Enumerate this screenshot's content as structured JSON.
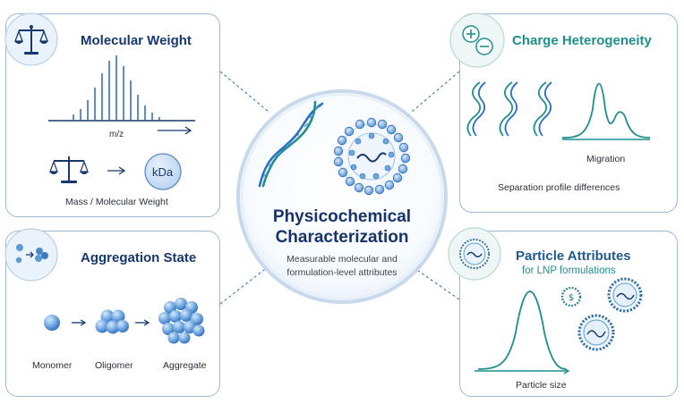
{
  "center": {
    "title_line1": "Physicochemical",
    "title_line2": "Characterization",
    "subtitle_line1": "Measurable molecular and",
    "subtitle_line2": "formulation-level attributes"
  },
  "molecular_weight": {
    "title": "Molecular Weight",
    "axis_label": "m/z",
    "unit_badge": "kDa",
    "caption": "Mass / Molecular Weight",
    "icon": "balance-scale-icon"
  },
  "charge_heterogeneity": {
    "title": "Charge Heterogeneity",
    "axis_label": "Migration",
    "caption": "Separation profile differences",
    "icon": "plus-minus-icon"
  },
  "aggregation_state": {
    "title": "Aggregation State",
    "labels": [
      "Monomer",
      "Oligomer",
      "Aggregate"
    ],
    "icon": "particle-cluster-icon"
  },
  "particle_attributes": {
    "title": "Particle Attributes",
    "subtitle": "for LNP formulations",
    "axis_label": "Particle size",
    "icon": "lipid-nanoparticle-icon"
  },
  "colors": {
    "navy": "#17386f",
    "teal": "#1f8f8c",
    "light_blue": "#5b9bd5"
  }
}
